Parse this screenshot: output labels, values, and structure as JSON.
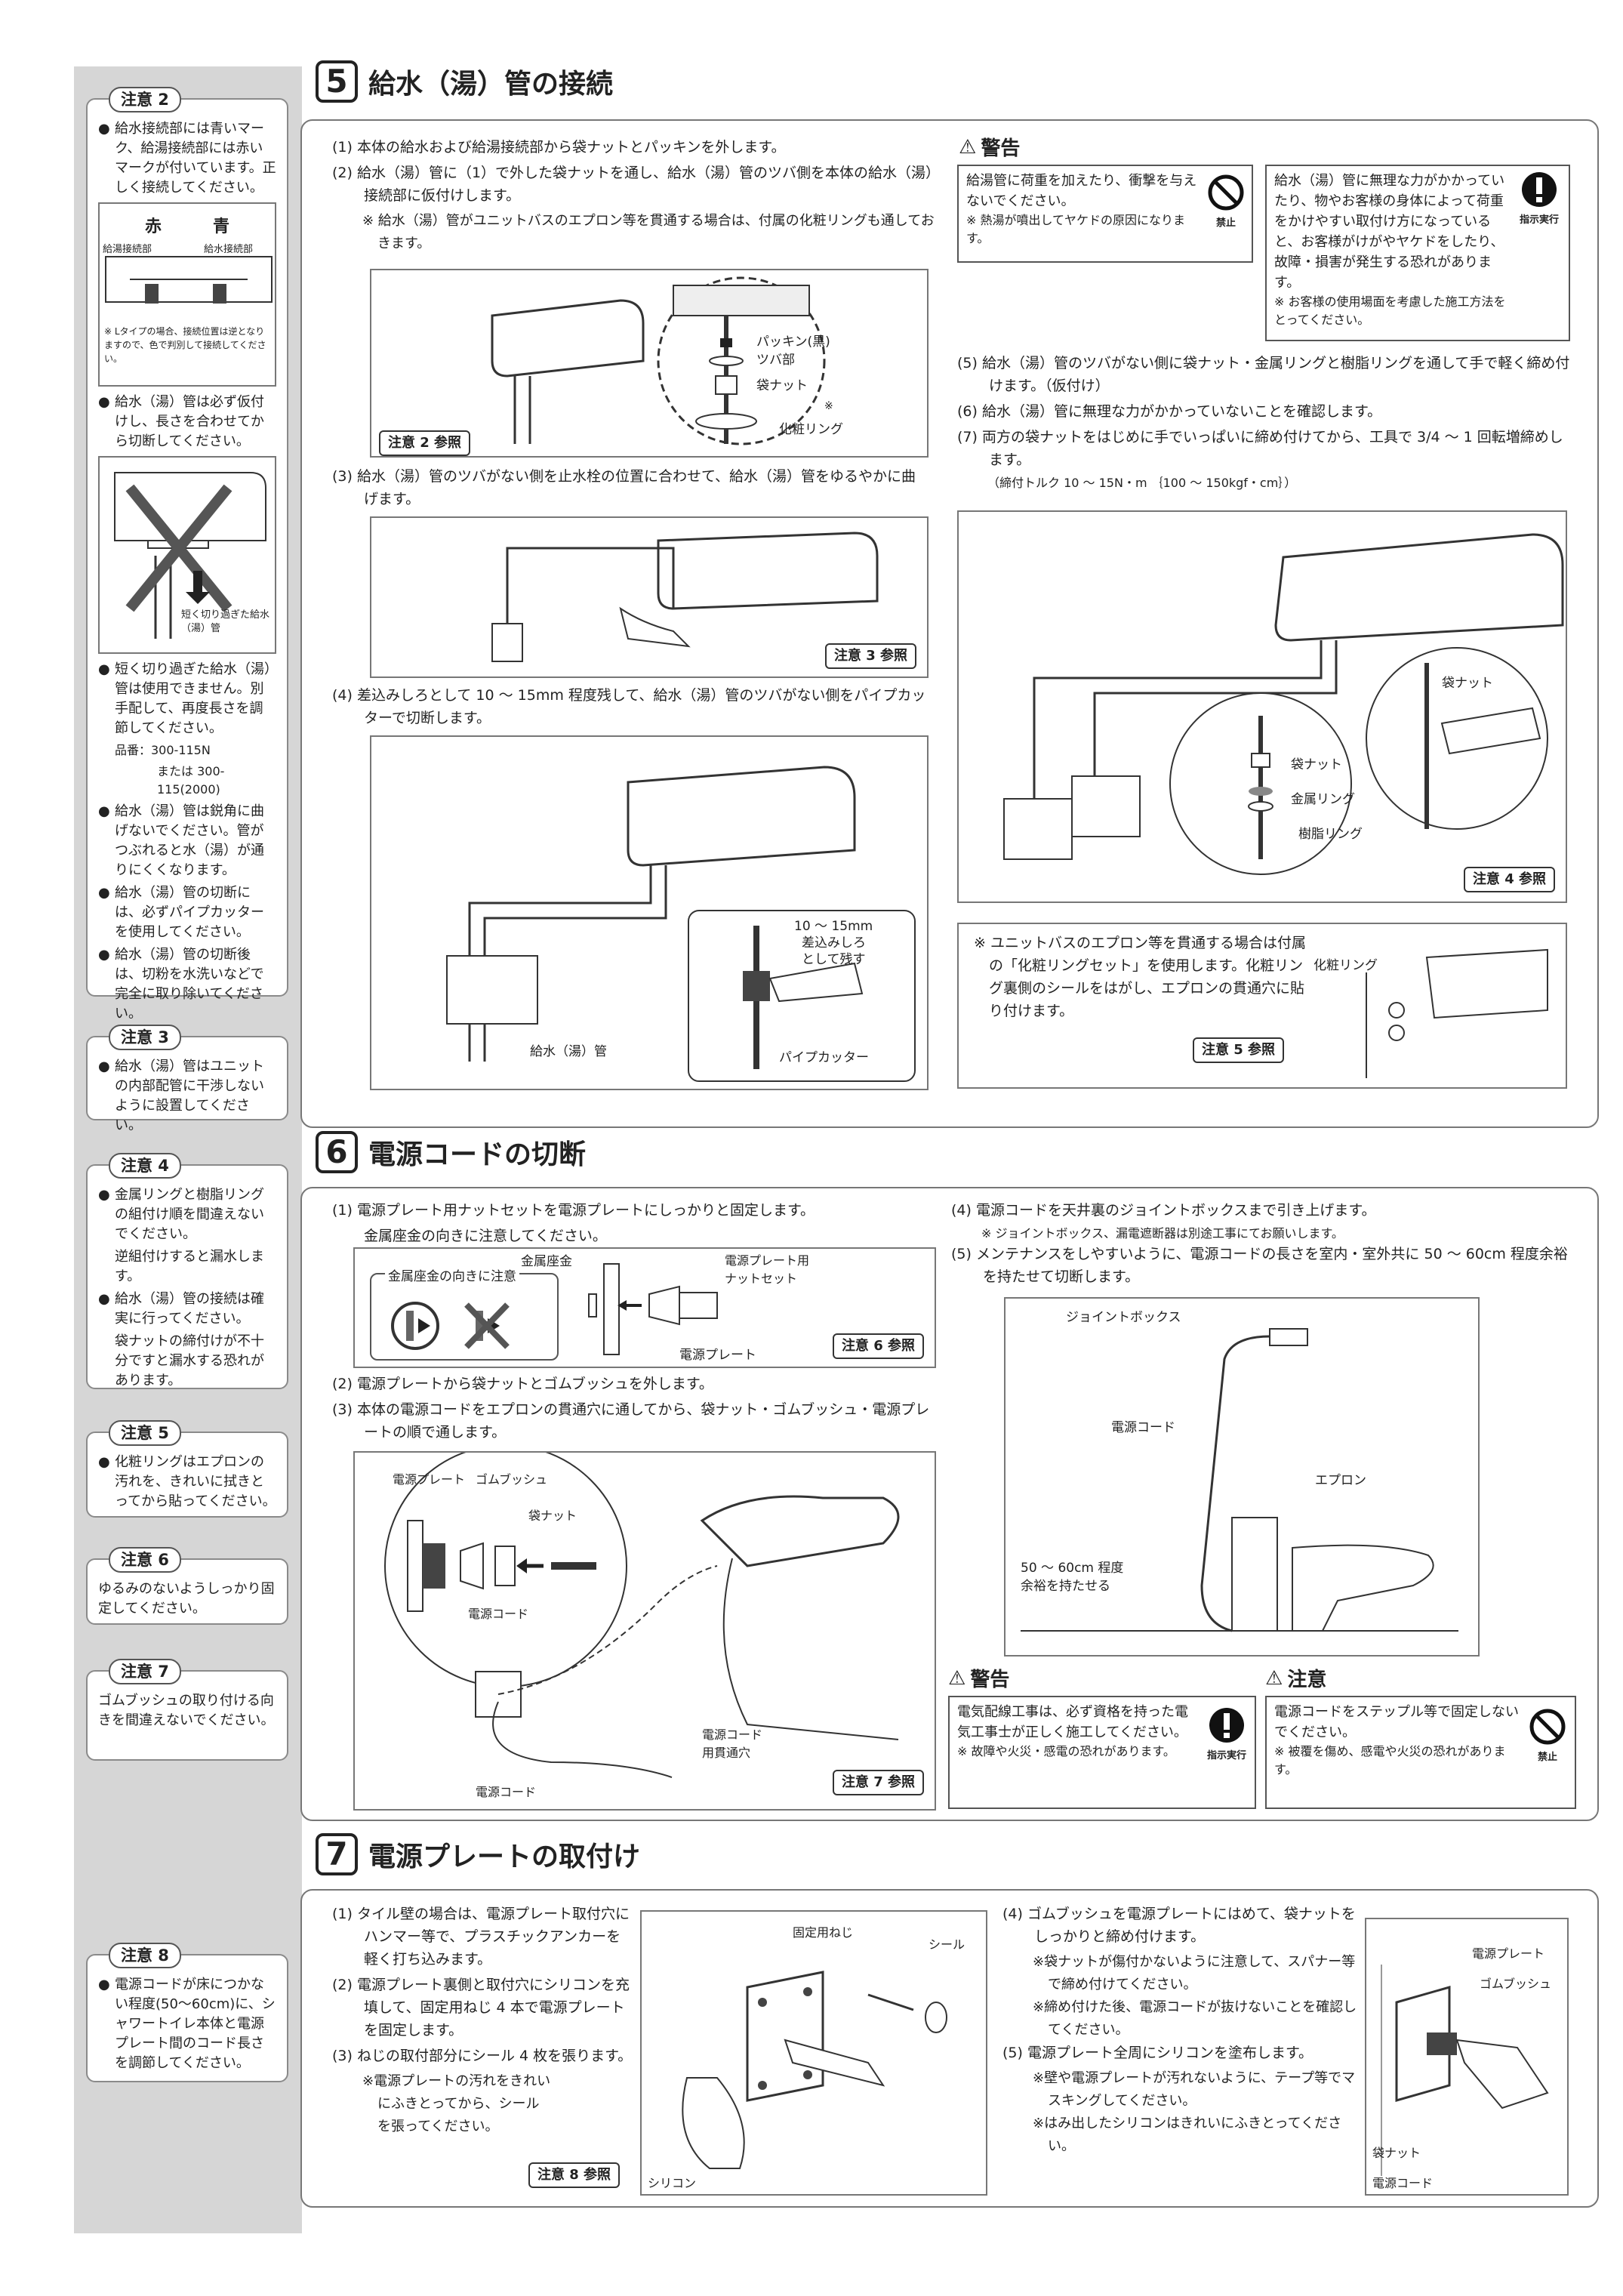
{
  "sidebar": {
    "note2": {
      "head": "注意 2",
      "p1": "給水接続部には青いマーク、給湯接続部には赤いマークが付いています。正しく接続してください。",
      "fig_red": "赤",
      "fig_blue": "青",
      "fig_hot": "給湯接続部",
      "fig_cold": "給水接続部",
      "fig_note": "※ Lタイプの場合、接続位置は逆となりますので、色で判別して接続してください。",
      "p2": "給水（湯）管は必ず仮付けし、長さを合わせてから切断してください。",
      "fig2_label": "短く切り過ぎた給水（湯）管",
      "p3": "短く切り過ぎた給水（湯）管は使用できません。別手配して、再度長さを調節してください。",
      "part_label": "品番：300-115N",
      "part_alt": "または 300-115(2000)",
      "p4": "給水（湯）管は鋭角に曲げないでください。管がつぶれると水（湯）が通りにくくなります。",
      "p5": "給水（湯）管の切断には、必ずパイプカッターを使用してください。",
      "p6": "給水（湯）管の切断後は、切粉を水洗いなどで完全に取り除いてください。"
    },
    "note3": {
      "head": "注意 3",
      "p1": "給水（湯）管はユニットの内部配管に干渉しないように設置してください。"
    },
    "note4": {
      "head": "注意 4",
      "p1": "金属リングと樹脂リングの組付け順を間違えないでください。",
      "p1b": "逆組付けすると漏水します。",
      "p2": "給水（湯）管の接続は確実に行ってください。",
      "p2b": "袋ナットの締付けが不十分ですと漏水する恐れがあります。"
    },
    "note5": {
      "head": "注意 5",
      "p1": "化粧リングはエプロンの汚れを、きれいに拭きとってから貼ってください。"
    },
    "note6": {
      "head": "注意 6",
      "p1": "ゆるみのないようしっかり固定してください。"
    },
    "note7": {
      "head": "注意 7",
      "p1": "ゴムブッシュの取り付ける向きを間違えないでください。"
    },
    "note8": {
      "head": "注意 8",
      "p1": "電源コードが床につかない程度(50～60cm)に、シャワートイレ本体と電源プレート間のコード長さを調節してください。"
    }
  },
  "sec5": {
    "num": "5",
    "title": "給水（湯）管の接続",
    "s1": "(1) 本体の給水および給湯接続部から袋ナットとパッキンを外します。",
    "s2": "(2) 給水（湯）管に（1）で外した袋ナットを通し、給水（湯）管のツバ側を本体の給水（湯）接続部に仮付けします。",
    "s2n": "※ 給水（湯）管がユニットバスのエプロン等を貫通する場合は、付属の化粧リングも通しておきます。",
    "fig1_packing": "パッキン(黒)",
    "fig1_flange": "ツバ部",
    "fig1_nut": "袋ナット",
    "fig1_ring": "化粧リング",
    "fig1_star": "※",
    "ref2": "注意 2 参照",
    "s3": "(3) 給水（湯）管のツバがない側を止水栓の位置に合わせて、給水（湯）管をゆるやかに曲げます。",
    "ref3": "注意 3 参照",
    "s4": "(4) 差込みしろとして 10 ～ 15mm 程度残して、給水（湯）管のツバがない側をパイプカッターで切断します。",
    "fig3_margin": "10 ～ 15mm",
    "fig3_margin2": "差込みしろ",
    "fig3_margin3": "として残す",
    "fig3_pipe": "給水（湯）管",
    "fig3_cutter": "パイプカッター",
    "warn_title": "警告",
    "w1": "給湯管に荷重を加えたり、衝撃を与えないでください。",
    "w1n": "※ 熱湯が噴出してヤケドの原因になります。",
    "w1sym": "禁止",
    "w2": "給水（湯）管に無理な力がかかっていたり、物やお客様の身体によって荷重をかけやすい取付け方になっていると、お客様がけがやヤケドをしたり、故障・損害が発生する恐れがあります。",
    "w2n": "※ お客様の使用場面を考慮した施工方法をとってください。",
    "w2sym": "指示実行",
    "s5": "(5) 給水（湯）管のツバがない側に袋ナット・金属リングと樹脂リングを通して手で軽く締め付けます。（仮付け）",
    "s6": "(6) 給水（湯）管に無理な力がかかっていないことを確認します。",
    "s7": "(7) 両方の袋ナットをはじめに手でいっぱいに締め付けてから、工具で 3/4 ～ 1 回転増締めします。",
    "s7n": "（締付トルク 10 ～ 15N・m ｛100 ～ 150kgf・cm｝）",
    "fig4_nut": "袋ナット",
    "fig4_nut2": "袋ナット",
    "fig4_metal": "金属リング",
    "fig4_resin": "樹脂リング",
    "ref4": "注意 4 参照",
    "apron": "※ ユニットバスのエプロン等を貫通する場合は付属の「化粧リングセット」を使用します。化粧リング裏側のシールをはがし、エプロンの貫通穴に貼り付けます。",
    "apron_ring": "化粧リング",
    "ref5": "注意 5 参照"
  },
  "sec6": {
    "num": "6",
    "title": "電源コードの切断",
    "s1": "(1) 電源プレート用ナットセットを電源プレートにしっかりと固定します。",
    "s1b": "金属座金の向きに注意してください。",
    "fig1_washer_note": "金属座金の向きに注意",
    "fig1_washer": "金属座金",
    "fig1_nutset": "電源プレート用",
    "fig1_nutset2": "ナットセット",
    "fig1_plate": "電源プレート",
    "ref6": "注意 6 参照",
    "s2": "(2) 電源プレートから袋ナットとゴムブッシュを外します。",
    "s3": "(3) 本体の電源コードをエプロンの貫通穴に通してから、袋ナット・ゴムブッシュ・電源プレートの順で通します。",
    "fig2_plate": "電源プレート",
    "fig2_bush": "ゴムブッシュ",
    "fig2_nut": "袋ナット",
    "fig2_cord": "電源コード",
    "fig2_hole": "電源コード",
    "fig2_hole2": "用貫通穴",
    "fig2_cord2": "電源コード",
    "ref7": "注意 7 参照",
    "s4": "(4) 電源コードを天井裏のジョイントボックスまで引き上げます。",
    "s4n": "※ ジョイントボックス、漏電遮断器は別途工事にてお願いします。",
    "s5": "(5) メンテナンスをしやすいように、電源コードの長さを室内・室外共に 50 ～ 60cm 程度余裕を持たせて切断します。",
    "fig3_jb": "ジョイントボックス",
    "fig3_cord": "電源コード",
    "fig3_apron": "エプロン",
    "fig3_len": "50 ～ 60cm 程度",
    "fig3_len2": "余裕を持たせる",
    "warn_title": "警告",
    "w1": "電気配線工事は、必ず資格を持った電気工事士が正しく施工してください。",
    "w1n": "※ 故障や火災・感電の恐れがあります。",
    "w1sym": "指示実行",
    "caution_title": "注意",
    "c1": "電源コードをステップル等で固定しないでください。",
    "c1n": "※ 被覆を傷め、感電や火災の恐れがあります。",
    "c1sym": "禁止"
  },
  "sec7": {
    "num": "7",
    "title": "電源プレートの取付け",
    "s1": "(1) タイル壁の場合は、電源プレート取付穴にハンマー等で、プラスチックアンカーを軽く打ち込みます。",
    "s2": "(2) 電源プレート裏側と取付穴にシリコンを充填して、固定用ねじ 4 本で電源プレートを固定します。",
    "s3": "(3) ねじの取付部分にシール 4 枚を張ります。",
    "s3n": "※電源プレートの汚れをきれいにふきとってから、シールを張ってください。",
    "ref8": "注意 8 参照",
    "fig1_screw": "固定用ねじ",
    "fig1_seal": "シール",
    "fig1_silicone": "シリコン",
    "s4": "(4) ゴムブッシュを電源プレートにはめて、袋ナットをしっかりと締め付けます。",
    "s4n1": "※袋ナットが傷付かないように注意して、スパナー等で締め付けてください。",
    "s4n2": "※締め付けた後、電源コードが抜けないことを確認してください。",
    "s5": "(5) 電源プレート全周にシリコンを塗布します。",
    "s5n1": "※壁や電源プレートが汚れないように、テープ等でマスキングしてください。",
    "s5n2": "※はみ出したシリコンはきれいにふきとってください。",
    "fig2_plate": "電源プレート",
    "fig2_bush": "ゴムブッシュ",
    "fig2_nut": "袋ナット",
    "fig2_cord": "電源コード"
  }
}
